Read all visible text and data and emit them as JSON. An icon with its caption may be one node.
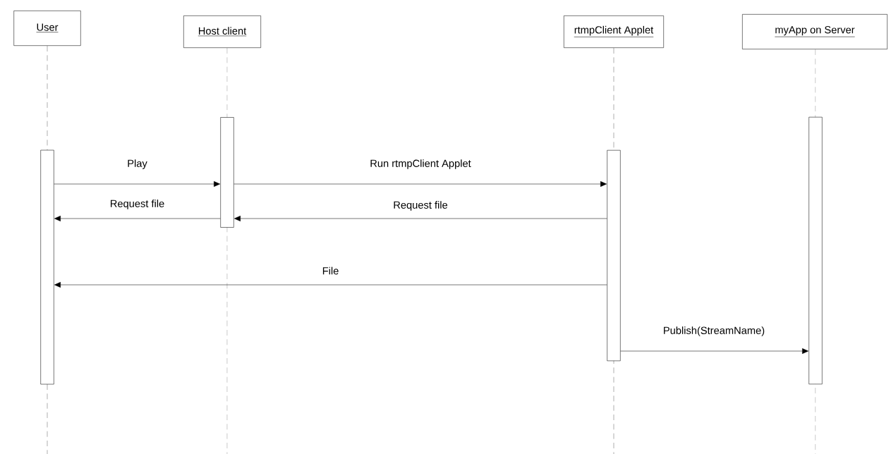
{
  "diagram": {
    "nodes": [
      {
        "text": [
          "User"
        ]
      },
      {
        "text": [
          "Host client"
        ]
      },
      {
        "text": [
          "rtmpClient Applet"
        ]
      },
      {
        "text": [
          "myApp on Server"
        ]
      },
      {
        "text": [],
        "shape": "bar"
      },
      {
        "text": [],
        "shape": "bar"
      },
      {
        "text": [],
        "shape": "bar"
      },
      {
        "text": [],
        "shape": "bar"
      }
    ],
    "edges": [
      {
        "from": 4,
        "to": 5,
        "arrow": "to",
        "label": "Play"
      },
      {
        "from": 5,
        "to": 6,
        "arrow": "to",
        "label": "Run rtmpClient Applet"
      },
      {
        "from": 5,
        "to": 4,
        "arrow": "to",
        "label": "Request file"
      },
      {
        "from": 6,
        "to": 5,
        "arrow": "to",
        "label": "Request file"
      },
      {
        "from": 6,
        "to": 4,
        "arrow": "to",
        "label": "File"
      },
      {
        "from": 6,
        "to": 7,
        "arrow": "to",
        "label": "Publish(StreamName)"
      }
    ]
  }
}
